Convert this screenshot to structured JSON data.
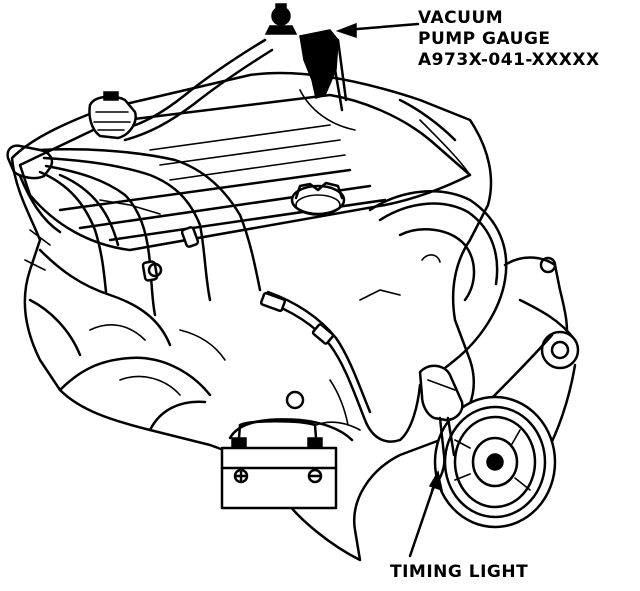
{
  "labels": {
    "vacuum_line1": "VACUUM",
    "vacuum_line2": "PUMP GAUGE",
    "vacuum_line3": "A973X-041-XXXXX",
    "timing_light": "TIMING LIGHT"
  }
}
